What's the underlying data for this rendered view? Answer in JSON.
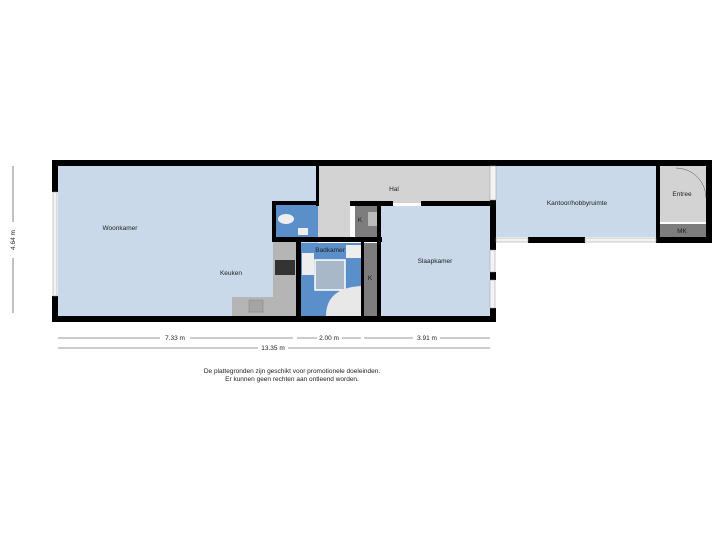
{
  "rooms": {
    "woonkamer": "Woonkamer",
    "keuken": "Keuken",
    "hal": "Hal",
    "badkamer": "Badkamer",
    "slaapkamer": "Slaapkamer",
    "kantoor": "Kantoor/hobbyruimte",
    "entree": "Entree",
    "mk": "MK",
    "kast1": "K",
    "kast2": "K"
  },
  "dimensions": {
    "height": "4.64 m",
    "seg1": "7.33 m",
    "seg2": "2.00 m",
    "seg3": "3.91 m",
    "total": "13.35 m"
  },
  "disclaimer": {
    "line1": "De plattegronden zijn geschikt voor promotionele doeleinden.",
    "line2": "Er kunnen geen rechten aan ontleend worden."
  },
  "colors": {
    "living": "#c9d9ea",
    "wet": "#5b8fc9",
    "hall": "#d3d3d3",
    "closet": "#7d7d7d",
    "wall": "#000000"
  }
}
